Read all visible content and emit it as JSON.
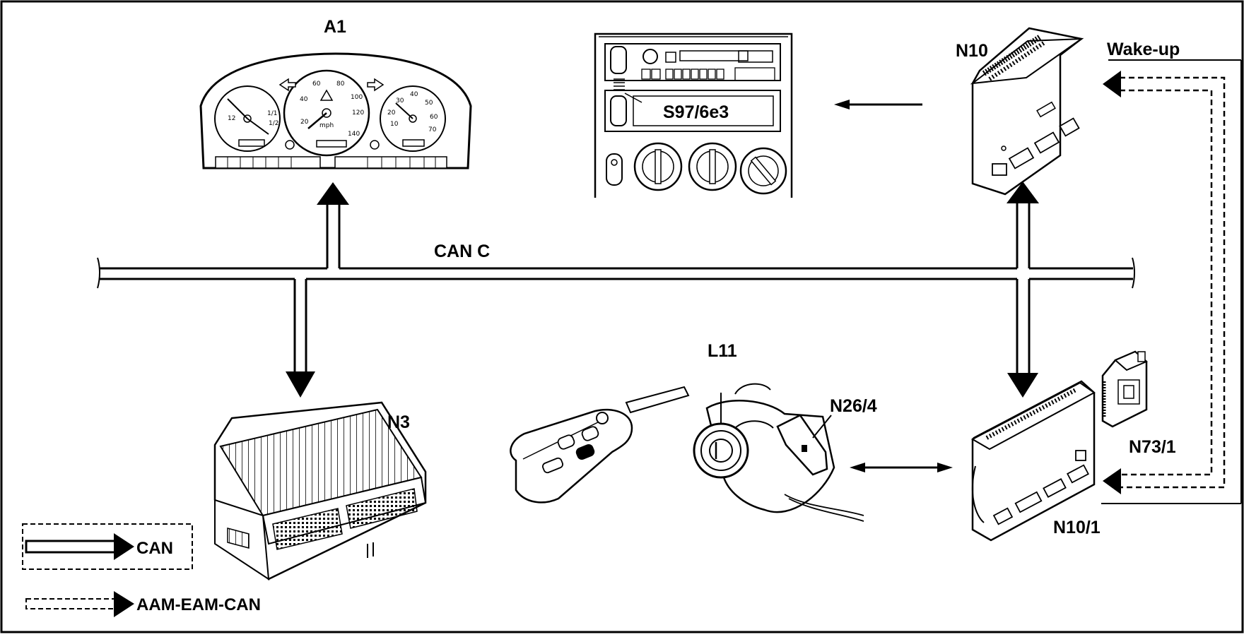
{
  "diagram": {
    "bus_label": "CAN C",
    "wakeup_label": "Wake-up",
    "components": {
      "a1": "A1",
      "n10": "N10",
      "n3": "N3",
      "l11": "L11",
      "n26_4": "N26/4",
      "n73_1": "N73/1",
      "n10_1": "N10/1",
      "s97": "S97/6e3"
    },
    "legend": {
      "can": "CAN",
      "aam": "AAM-EAM-CAN"
    },
    "cluster_gauge_text": {
      "speed_unit": "mph",
      "speed_ticks": [
        "20",
        "40",
        "60",
        "80",
        "100",
        "120",
        "140"
      ],
      "rpm_ticks": [
        "10",
        "20",
        "30",
        "40",
        "50",
        "60",
        "70"
      ]
    },
    "icons": [
      "ignition-key-icon",
      "lock-icon",
      "unlock-icon",
      "trunk-icon",
      "turn-left-icon",
      "turn-right-icon"
    ]
  }
}
